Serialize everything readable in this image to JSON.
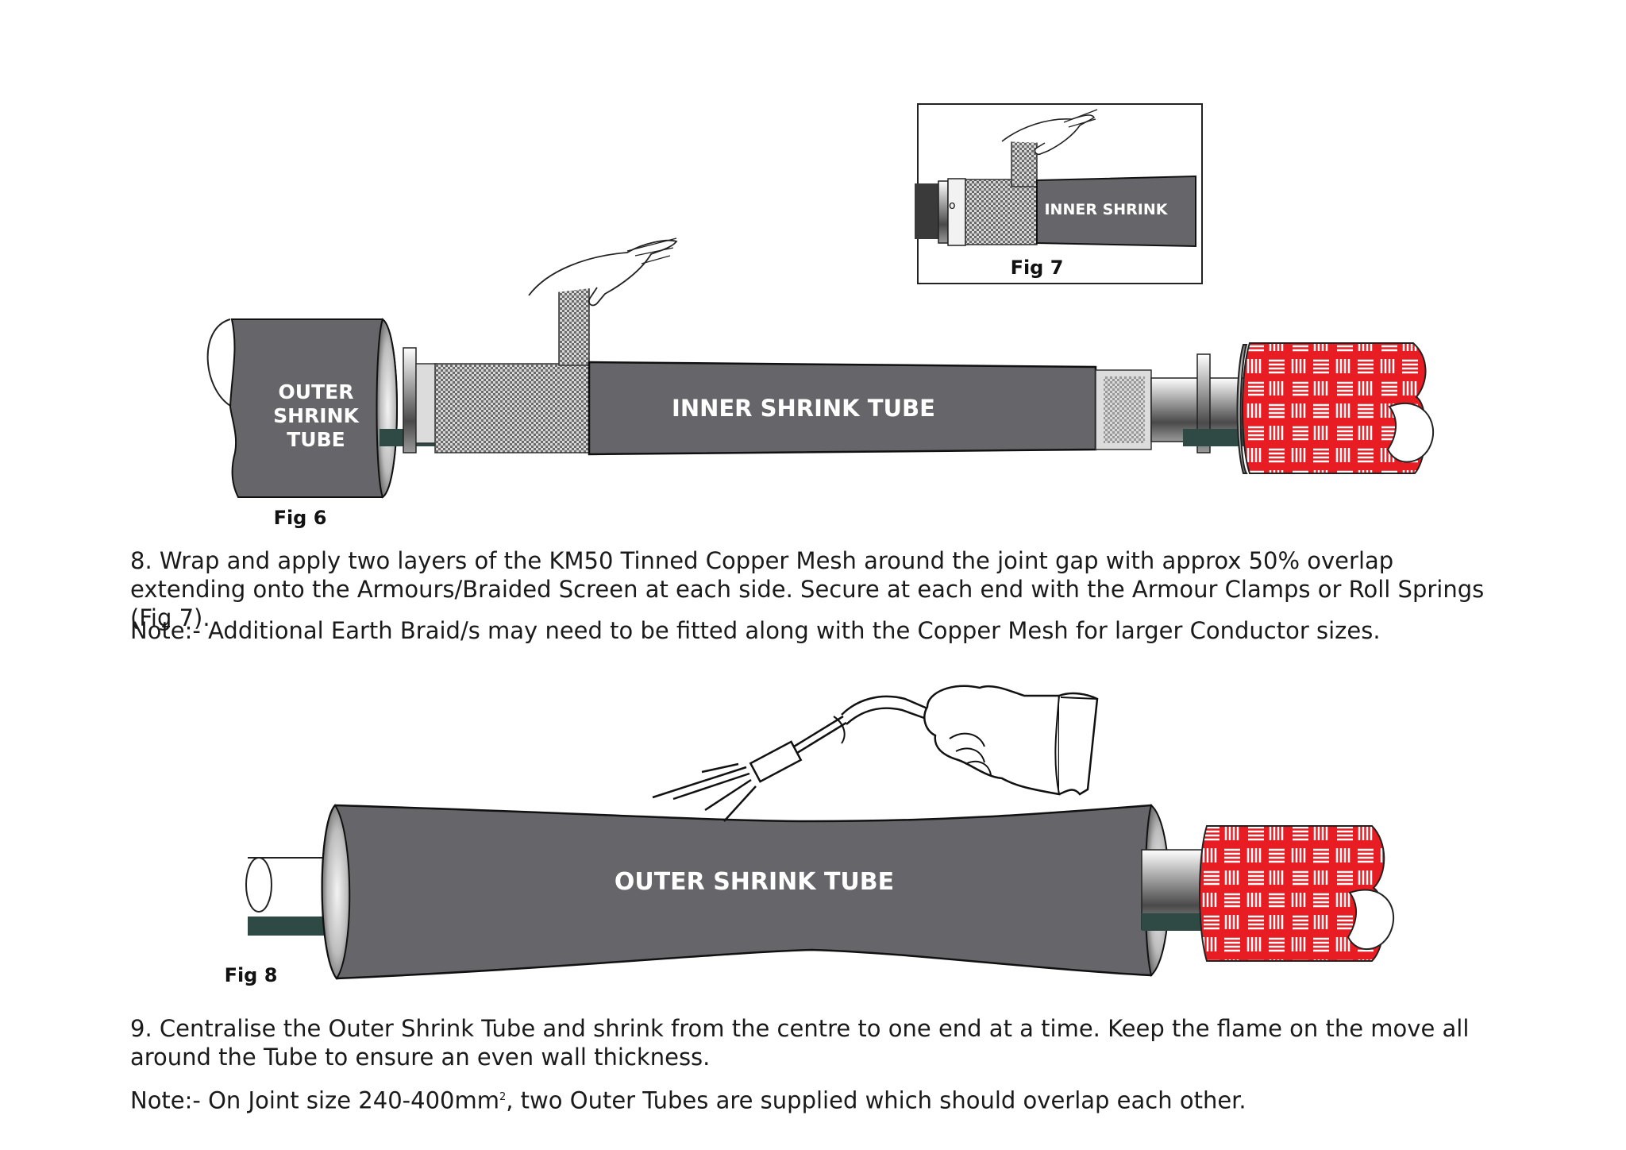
{
  "fig6": {
    "caption": "Fig 6",
    "outer_label": [
      "OUTER",
      "SHRINK",
      "TUBE"
    ],
    "inner_label": "INNER SHRINK TUBE"
  },
  "fig7": {
    "caption": "Fig 7",
    "inner_label": "INNER SHRINK"
  },
  "fig8": {
    "caption": "Fig 8",
    "outer_label": "OUTER SHRINK TUBE"
  },
  "step8": {
    "text": "8. Wrap and apply two layers of the KM50 Tinned Copper Mesh around the joint gap with approx 50% overlap extending onto the Armours/Braided Screen at each side. Secure at each end with the Armour Clamps or Roll Springs (Fig 7).",
    "note": "Note:- Additional Earth Braid/s may need to be fitted along with the Copper Mesh for larger Conductor sizes."
  },
  "step9": {
    "text": "9. Centralise the Outer Shrink Tube and shrink from the centre to one end at a time. Keep the flame on the move all around the Tube to ensure an even wall thickness.",
    "note_prefix": "Note:- On Joint size 240-400mm",
    "note_sup": "2",
    "note_suffix": ", two Outer Tubes are supplied which should overlap each other."
  },
  "colors": {
    "tube_grey": "#666569",
    "mesh_red": "#e81c23",
    "core_green": "#2f4a44"
  }
}
